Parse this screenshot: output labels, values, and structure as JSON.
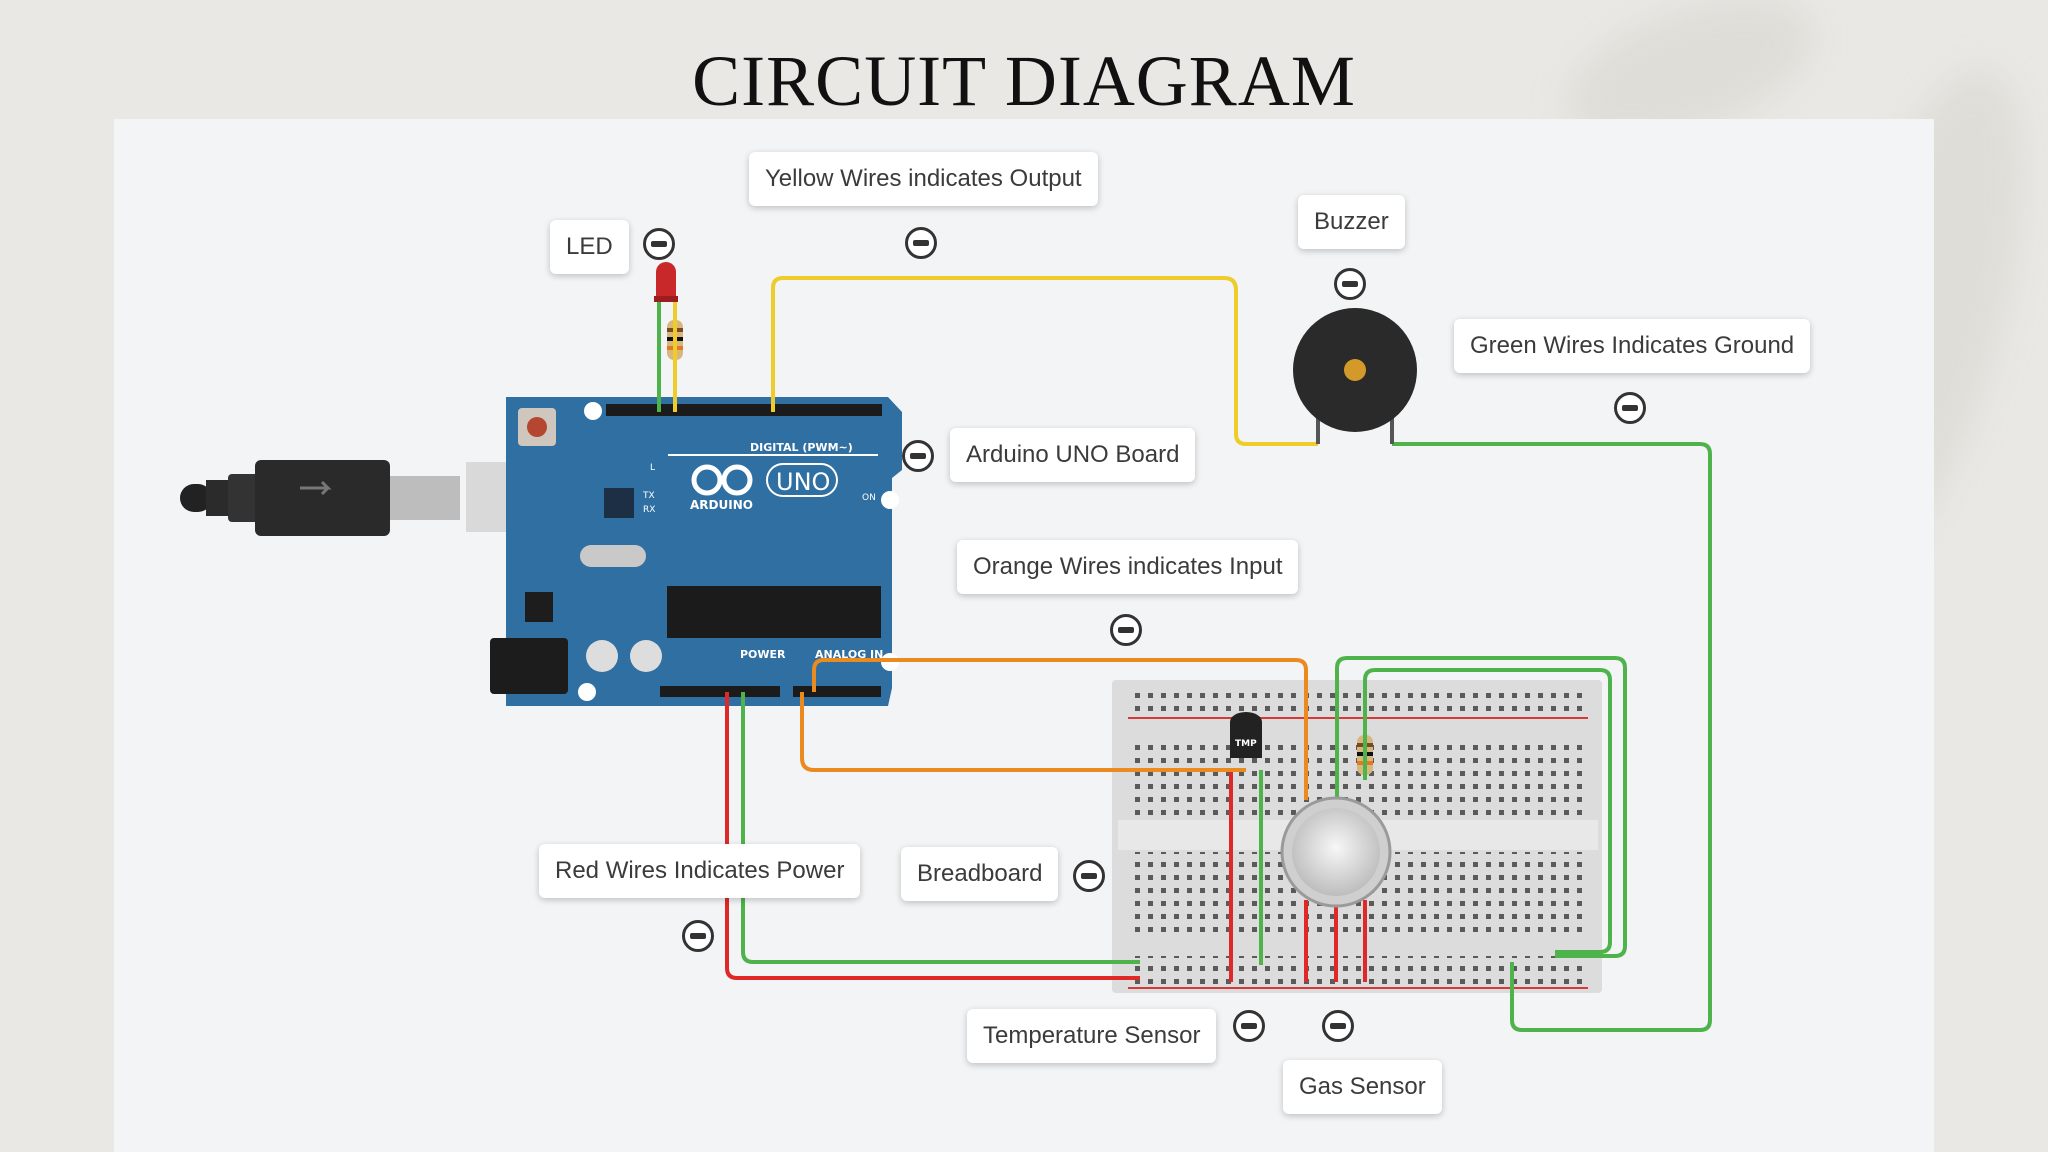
{
  "title": "CIRCUIT DIAGRAM",
  "labels": {
    "led": "LED",
    "yellow_wires": "Yellow Wires indicates Output",
    "buzzer": "Buzzer",
    "green_wires": "Green Wires Indicates Ground",
    "arduino": "Arduino UNO Board",
    "orange_wires": "Orange Wires indicates Input",
    "red_wires": "Red Wires Indicates Power",
    "breadboard": "Breadboard",
    "temperature": "Temperature Sensor",
    "gas": "Gas Sensor"
  },
  "board": {
    "logo_brand": "ARDUINO",
    "logo_model": "UNO",
    "digital": "DIGITAL (PWM~)",
    "power": "POWER",
    "analog": "ANALOG IN",
    "on": "ON",
    "tx": "TX",
    "rx": "RX",
    "l": "L"
  },
  "sensor_tag": "TMP",
  "colors": {
    "output_wire": "#f0cc2a",
    "ground_wire": "#4db34a",
    "power_wire": "#e02828",
    "input_wire": "#ea8a1f",
    "board_blue": "#2f6fa2"
  },
  "icons": [
    "minus-circle-icon",
    "usb-cable-icon",
    "led-icon",
    "resistor-icon",
    "buzzer-icon",
    "gas-sensor-icon",
    "temperature-sensor-icon"
  ]
}
